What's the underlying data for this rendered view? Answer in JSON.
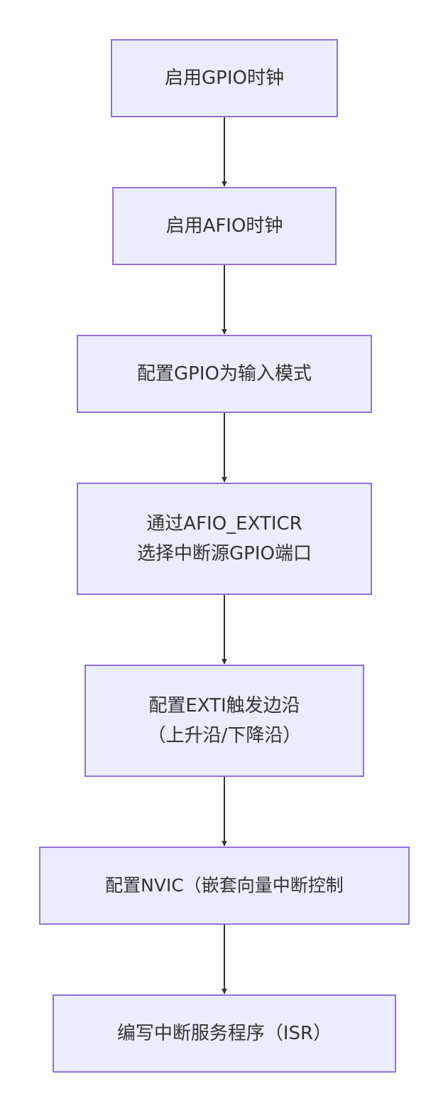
{
  "colors": {
    "node_fill": "#ECECFF",
    "node_border": "#9370DB",
    "text": "#333333",
    "edge": "#333333"
  },
  "nodes": [
    {
      "id": "n1",
      "lines": [
        "启用GPIO时钟"
      ]
    },
    {
      "id": "n2",
      "lines": [
        "启用AFIO时钟"
      ]
    },
    {
      "id": "n3",
      "lines": [
        "配置GPIO为输入模式"
      ]
    },
    {
      "id": "n4",
      "lines": [
        "通过AFIO_EXTICR",
        "选择中断源GPIO端口"
      ]
    },
    {
      "id": "n5",
      "lines": [
        "配置EXTI触发边沿",
        "（上升沿/下降沿）"
      ]
    },
    {
      "id": "n6",
      "lines": [
        "配置NVIC（嵌套向量中断控制"
      ]
    },
    {
      "id": "n7",
      "lines": [
        "编写中断服务程序（ISR）"
      ]
    }
  ],
  "edges": [
    {
      "from": "n1",
      "to": "n2"
    },
    {
      "from": "n2",
      "to": "n3"
    },
    {
      "from": "n3",
      "to": "n4"
    },
    {
      "from": "n4",
      "to": "n5"
    },
    {
      "from": "n5",
      "to": "n6"
    },
    {
      "from": "n6",
      "to": "n7"
    }
  ]
}
